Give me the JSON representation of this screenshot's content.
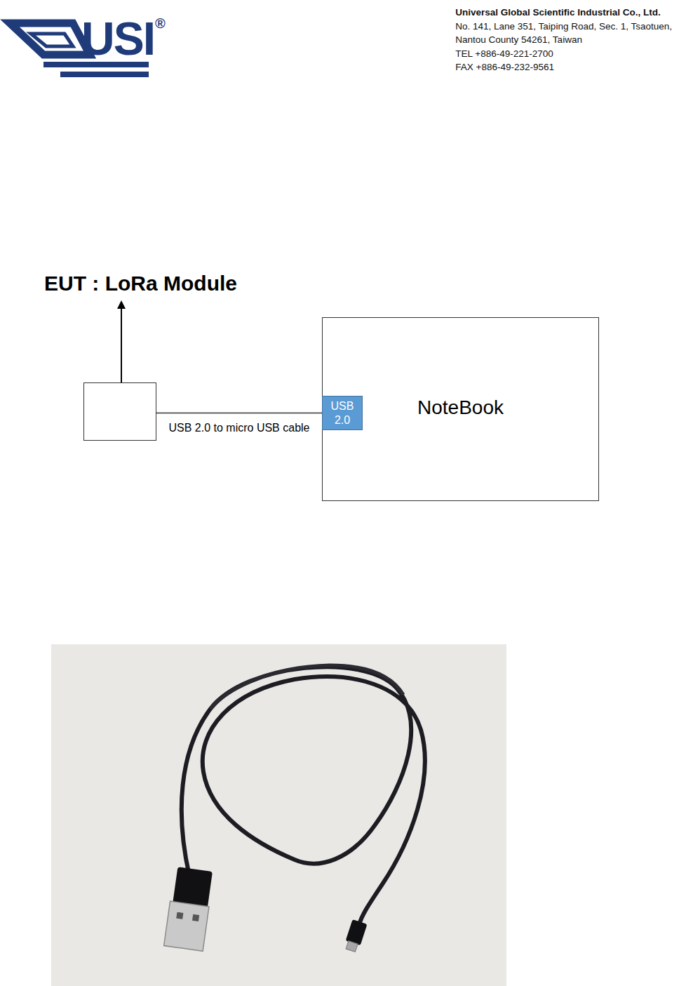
{
  "diagram": {
    "nodes": [
      {
        "text": [
          "EUT : LoRa Module"
        ]
      },
      {
        "text": [
          "NoteBook"
        ]
      },
      {
        "text": [
          "USB 2.0"
        ],
        "in": 1
      }
    ],
    "edges": [
      {
        "from": 0,
        "to": 2,
        "arrow": "none",
        "label": "USB 2.0 to micro USB cable"
      }
    ],
    "labels": [
      "USI",
      "®",
      "Universal Global Scientific Industrial Co., Ltd.",
      "No. 141, Lane 351, Taiping Road, Sec. 1, Tsaotuen,",
      "Nantou County 54261, Taiwan",
      "TEL +886-49-221-2700",
      "FAX +886-49-232-9561"
    ]
  }
}
